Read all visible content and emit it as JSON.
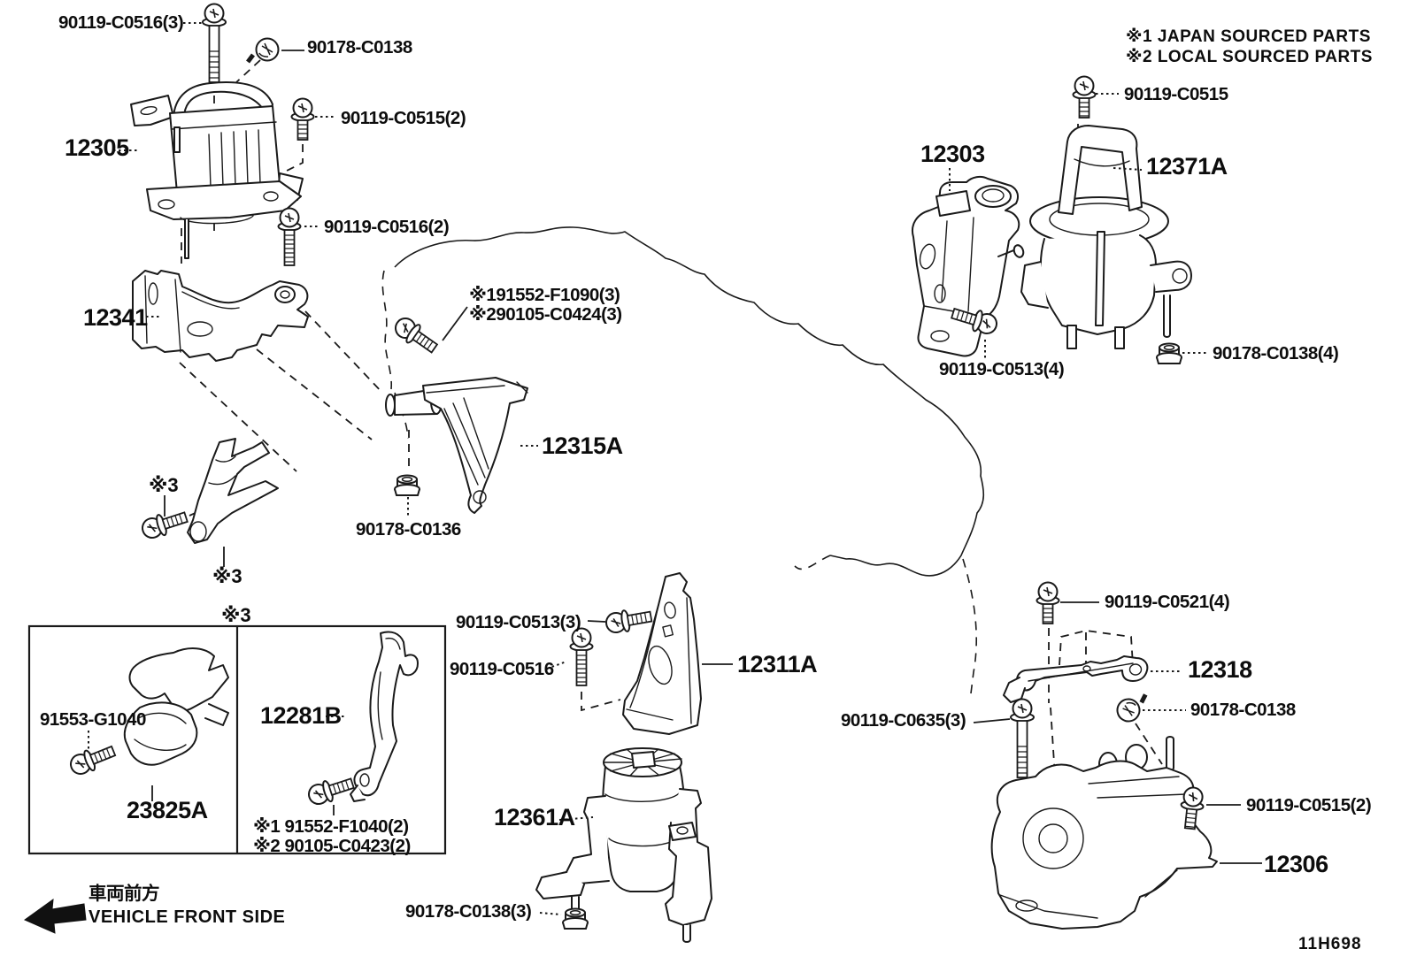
{
  "diagram": {
    "notes": [
      "※1 JAPAN SOURCED PARTS",
      "※2 LOCAL SOURCED PARTS"
    ],
    "drawing_code": "11H698",
    "front_side": {
      "jp": "車両前方",
      "en": "VEHICLE FRONT SIDE"
    },
    "ref3": "※3"
  },
  "parts": {
    "p12305": "12305",
    "p12341": "12341",
    "p12303": "12303",
    "p12371a": "12371A",
    "p12315a": "12315A",
    "p12311a": "12311A",
    "p12361a": "12361A",
    "p12318": "12318",
    "p12306": "12306",
    "p23825a": "23825A",
    "p12281b": "12281B"
  },
  "fasteners": {
    "b90119_c0516_3": "90119-C0516(3)",
    "b90178_c0138_a": "90178-C0138",
    "b90119_c0515_2a": "90119-C0515(2)",
    "b90119_c0516_2": "90119-C0516(2)",
    "b191552_f1090_3": "※191552-F1090(3)",
    "b290105_c0424_3": "※290105-C0424(3)",
    "b90178_c0136": "90178-C0136",
    "b90119_c0515": "90119-C0515",
    "b90119_c0513_4": "90119-C0513(4)",
    "b90178_c0138_4": "90178-C0138(4)",
    "b90119_c0513_3": "90119-C0513(3)",
    "b90119_c0516": "90119-C0516",
    "b90178_c0138_3": "90178-C0138(3)",
    "b90119_c0521_4": "90119-C0521(4)",
    "b90178_c0138_b": "90178-C0138",
    "b90119_c0635_3": "90119-C0635(3)",
    "b90119_c0515_2b": "90119-C0515(2)",
    "b91553_g1040": "91553-G1040",
    "b191552_f1040_2": "※1 91552-F1040(2)",
    "b290105_c0423_2": "※2 90105-C0423(2)"
  }
}
